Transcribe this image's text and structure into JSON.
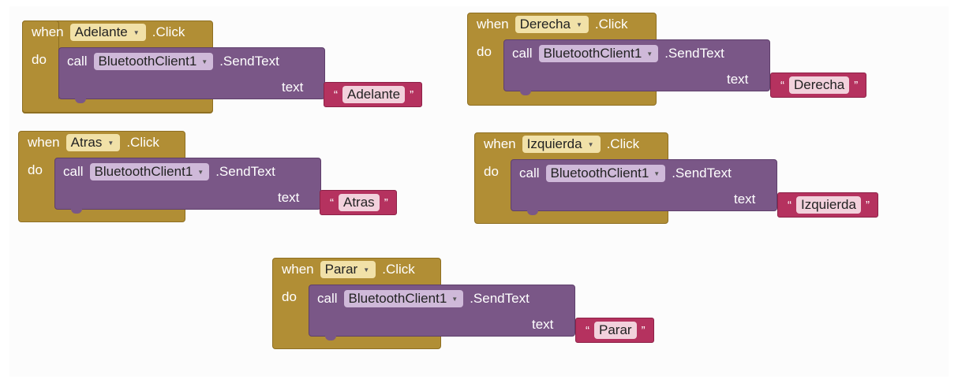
{
  "blocks": [
    {
      "event_button": "Adelante",
      "text_value": "Adelante"
    },
    {
      "event_button": "Derecha",
      "text_value": "Derecha"
    },
    {
      "event_button": "Atras",
      "text_value": "Atras"
    },
    {
      "event_button": "Izquierda",
      "text_value": "Izquierda"
    },
    {
      "event_button": "Parar",
      "text_value": "Parar"
    }
  ],
  "labels": {
    "when": "when",
    "click": ".Click",
    "do": "do",
    "call": "call",
    "component": "BluetoothClient1",
    "method": ".SendText",
    "text": "text",
    "quote_open": "“",
    "quote_close": "”"
  },
  "colors": {
    "event_block": "#b18e35",
    "call_block": "#7a5787",
    "text_block": "#b5325f"
  }
}
